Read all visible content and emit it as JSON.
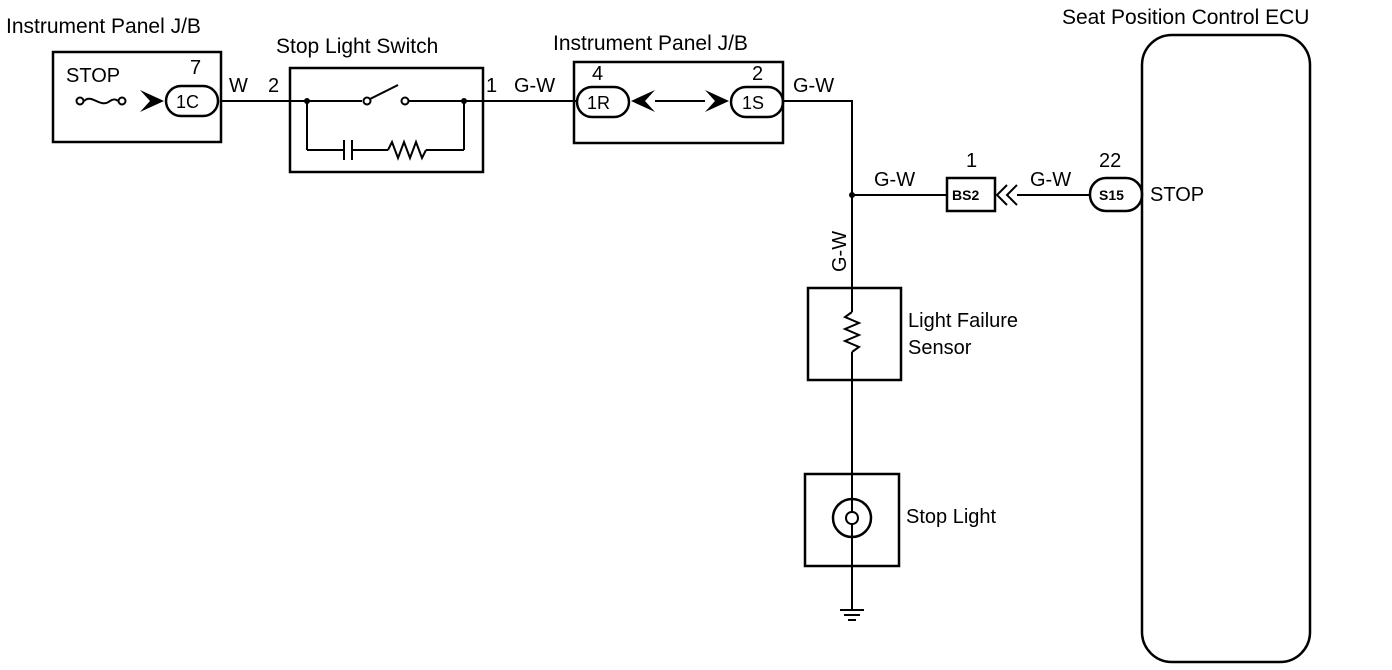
{
  "labels": {
    "jb_left_title": "Instrument Panel J/B",
    "stop_fuse": "STOP",
    "pin_7": "7",
    "conn_1c": "1C",
    "wire_w": "W",
    "sls_pin_2": "2",
    "sls_title": "Stop Light Switch",
    "sls_pin_1": "1",
    "wire_gw_1": "G-W",
    "jb_mid_title": "Instrument Panel J/B",
    "pin_4": "4",
    "conn_1r": "1R",
    "pin_2": "2",
    "conn_1s": "1S",
    "wire_gw_2": "G-W",
    "wire_gw_3": "G-W",
    "bs2_pin": "1",
    "conn_bs2": "BS2",
    "wire_gw_4": "G-W",
    "s15_pin": "22",
    "conn_s15": "S15",
    "ecu_stop": "STOP",
    "ecu_title": "Seat Position Control ECU",
    "wire_gw_vertical": "G-W",
    "lfs_line1": "Light Failure",
    "lfs_line2": "Sensor",
    "stop_light": "Stop Light"
  }
}
